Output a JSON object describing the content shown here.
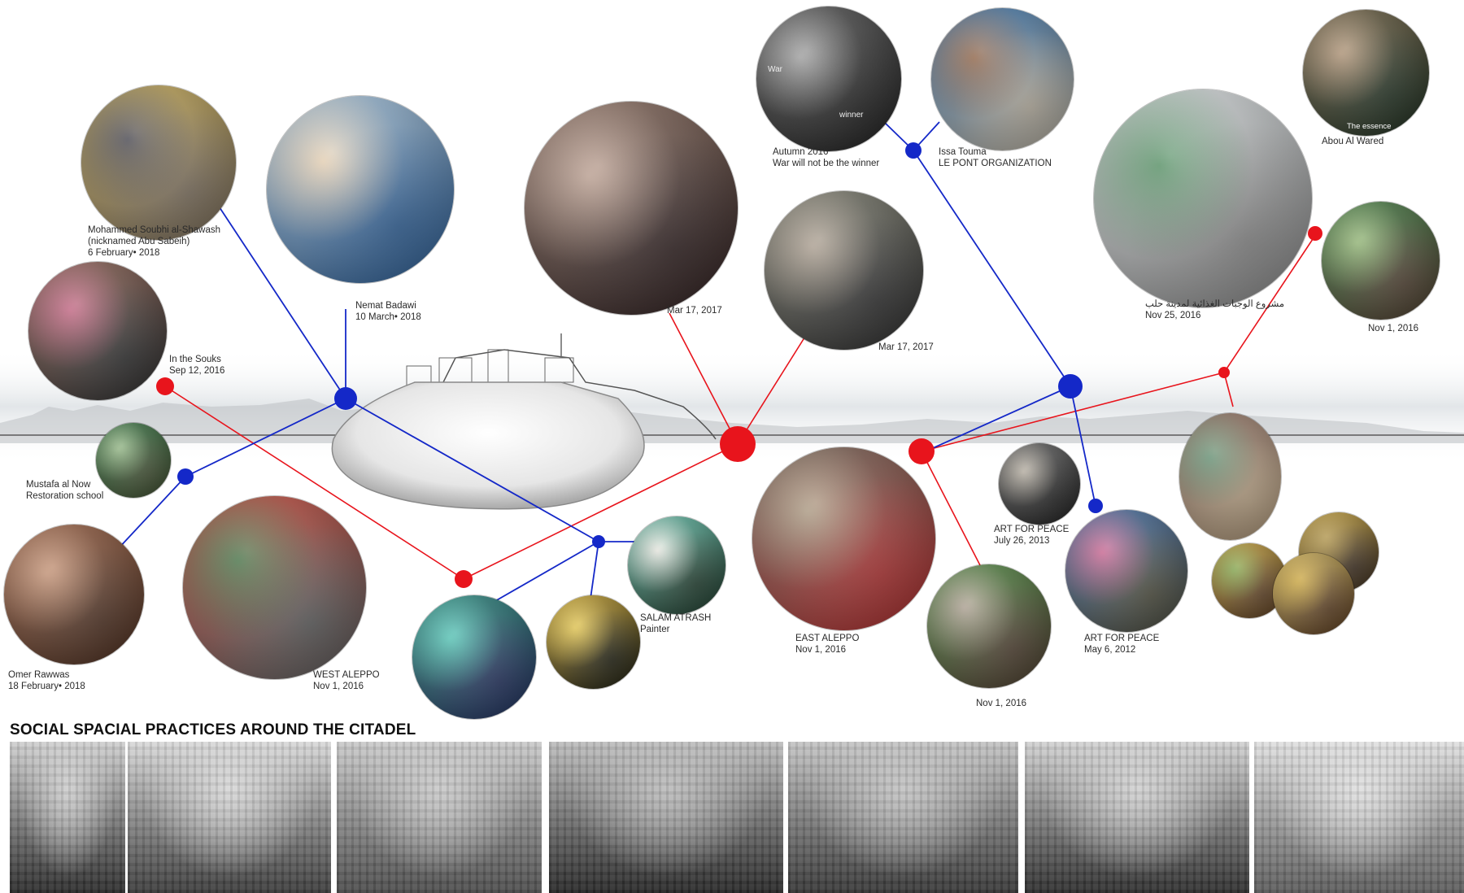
{
  "section_title": "SOCIAL SPACIAL PRACTICES AROUND THE CITADEL",
  "captions": {
    "soubhi": [
      "Mohammed Soubhi al-Shawash",
      "(nicknamed Abu Sabeih)",
      "6 February• 2018"
    ],
    "nemat": [
      "Nemat Badawi",
      "10 March• 2018"
    ],
    "souks": [
      "In the Souks",
      "Sep 12, 2016"
    ],
    "mustafa": [
      "Mustafa al Now",
      "Restoration school"
    ],
    "omer": [
      "Omer Rawwas",
      "18 February• 2018"
    ],
    "west": [
      "WEST ALEPPO",
      "Nov 1, 2016"
    ],
    "salam": [
      "SALAM ATRASH",
      "Painter"
    ],
    "mar17a": [
      "Mar 17, 2017"
    ],
    "mar17b": [
      "Mar 17, 2017"
    ],
    "autumn": [
      "Autumn 2016",
      "War will not be the winner"
    ],
    "issa": [
      "Issa Touma",
      "LE PONT ORGANIZATION"
    ],
    "abou": [
      "Abou Al Wared"
    ],
    "arabic": [
      "مشروع الوجبات الغذائية لمدينة حلب",
      "Nov 25, 2016"
    ],
    "nov1right": [
      "Nov 1, 2016"
    ],
    "east": [
      "EAST ALEPPO",
      "Nov 1, 2016"
    ],
    "nov1mid": [
      "Nov 1, 2016"
    ],
    "art2013": [
      "ART FOR PEACE",
      "July 26, 2013"
    ],
    "art2012": [
      "ART FOR PEACE",
      "May 6, 2012"
    ]
  },
  "photo_texts": {
    "war_sign": "War",
    "winner_sign": "winner",
    "essence": "The essence"
  },
  "colors": {
    "red_network": "#e8141c",
    "blue_network": "#1428c8"
  },
  "photos": [
    {
      "id": "soubhi",
      "palette": [
        "#c9a94a",
        "#3b3a44",
        "#8b7d6a"
      ]
    },
    {
      "id": "nemat",
      "palette": [
        "#a9c8e0",
        "#e8d0b0",
        "#3a6ea8"
      ]
    },
    {
      "id": "souks",
      "palette": [
        "#8a5a4a",
        "#c05a7a",
        "#3a3a3a"
      ]
    },
    {
      "id": "mustafa",
      "palette": [
        "#2e6f3a",
        "#8ab07a",
        "#4a5a3a"
      ]
    },
    {
      "id": "omer",
      "palette": [
        "#9a5a3a",
        "#c08a6a",
        "#5a3a2a"
      ]
    },
    {
      "id": "west",
      "palette": [
        "#c83a2a",
        "#3a6a3a",
        "#6a6a6a"
      ]
    },
    {
      "id": "flag",
      "palette": [
        "#1e8a7a",
        "#46c0b0",
        "#2a3a6a"
      ]
    },
    {
      "id": "gold",
      "palette": [
        "#c9a020",
        "#e0c040",
        "#2a2a1a"
      ]
    },
    {
      "id": "salam",
      "palette": [
        "#5ac0a8",
        "#e8e8e0",
        "#2a4a3a"
      ]
    },
    {
      "id": "mar17a",
      "palette": [
        "#8a6a5a",
        "#b89a8a",
        "#3a2a2a"
      ]
    },
    {
      "id": "mar17b",
      "palette": [
        "#7a7a6a",
        "#a89a8a",
        "#3a3a3a"
      ]
    },
    {
      "id": "autumn",
      "palette": [
        "#4a4a4a",
        "#9a9a9a",
        "#2a2a2a"
      ]
    },
    {
      "id": "issa",
      "palette": [
        "#2a6aa8",
        "#8a5a3a",
        "#c8c0b0"
      ]
    },
    {
      "id": "abou",
      "palette": [
        "#6a5a3a",
        "#a88a6a",
        "#2a3a2a"
      ]
    },
    {
      "id": "kitchen",
      "palette": [
        "#e0e6e8",
        "#4a8a5a",
        "#9a9a9a"
      ]
    },
    {
      "id": "nov1r",
      "palette": [
        "#3a7a3a",
        "#8ab06a",
        "#5a4a3a"
      ]
    },
    {
      "id": "east",
      "palette": [
        "#6a5a4a",
        "#a8947a",
        "#c03a3a"
      ]
    },
    {
      "id": "nov1m",
      "palette": [
        "#4a8a3a",
        "#a89a8a",
        "#5a4a3a"
      ]
    },
    {
      "id": "art2013",
      "palette": [
        "#5a5a5a",
        "#b0a89a",
        "#2a2a2a"
      ]
    },
    {
      "id": "art2012",
      "palette": [
        "#3a6aa8",
        "#c85a8a",
        "#5a5a4a"
      ]
    },
    {
      "id": "family",
      "palette": [
        "#8a6a5a",
        "#5a8a6a",
        "#c8b090"
      ]
    },
    {
      "id": "ceramic1",
      "palette": [
        "#c8a030",
        "#7aa040",
        "#6a4a2a"
      ]
    },
    {
      "id": "ceramic2",
      "palette": [
        "#c8a030",
        "#a88a3a",
        "#4a3a2a"
      ]
    },
    {
      "id": "ceramic3",
      "palette": [
        "#d0b050",
        "#c8a030",
        "#6a4a2a"
      ]
    }
  ],
  "strip_tones": [
    {
      "id": "shoes",
      "palette": [
        "#2a2a2a",
        "#cfcfcf"
      ]
    },
    {
      "id": "market",
      "palette": [
        "#3a3a3a",
        "#d8d8d8"
      ]
    },
    {
      "id": "umbrellas",
      "palette": [
        "#4a4a4a",
        "#cacaca"
      ]
    },
    {
      "id": "backgammon",
      "palette": [
        "#262626",
        "#bdbdbd"
      ]
    },
    {
      "id": "alley",
      "palette": [
        "#353535",
        "#c4c4c4"
      ]
    },
    {
      "id": "crowd",
      "palette": [
        "#2c2c2c",
        "#d2d2d2"
      ]
    },
    {
      "id": "stones",
      "palette": [
        "#5a5a5a",
        "#e0e0e0"
      ]
    }
  ]
}
